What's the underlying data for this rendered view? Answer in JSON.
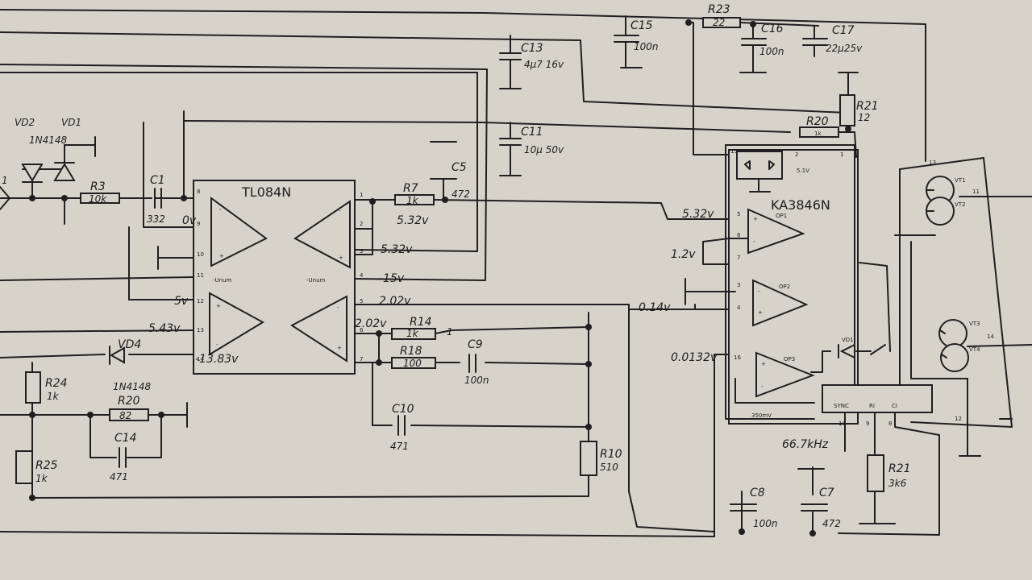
{
  "chips": {
    "u1": "TL084N",
    "u2": "KA3846N",
    "u1_pin_neg_a": "-Unum",
    "u1_pin_neg_b": "-Unum"
  },
  "voltages": {
    "v_0v": "0v",
    "v_5_32_a": "5.32v",
    "v_5_32_b": "5.32v",
    "v_5_32_c": "5.32v",
    "v_m15": "-15v",
    "v_5v": "5v",
    "v_2_02_a": "2.02v",
    "v_2_02_b": "2.02v",
    "v_5_43": "5.43v",
    "v_m13_83": "-13.83v",
    "v_1_2": "1.2v",
    "v_0_14": "0.14v",
    "v_0_0132": "0.0132v",
    "v_5_1": "5.1V",
    "v_350mv": "350mV",
    "freq": "66.7kHz"
  },
  "components": {
    "vd2": "VD2",
    "vd1": "VD1",
    "vd12_part": "1N4148",
    "r3": "R3",
    "r3_val": "10k",
    "c1": "C1",
    "c1_val": "332",
    "r7": "R7",
    "r7_val": "1k",
    "c5": "C5",
    "c5_val": "472",
    "c13": "C13",
    "c13_val": "4μ7 16v",
    "c11": "C11",
    "c11_val": "10μ 50v",
    "c15": "C15",
    "c15_val": "100n",
    "r23": "R23",
    "r23_val": "22",
    "c16": "C16",
    "c16_val": "100n",
    "c17": "C17",
    "c17_val": "22μ25v",
    "r21_top": "R21",
    "r21_top_val": "12",
    "r20_top": "R20",
    "r20_top_val": "1k",
    "r14": "R14",
    "r14_val": "1k",
    "r18": "R18",
    "r18_val": "100",
    "c9": "C9",
    "c9_val": "100n",
    "c10": "C10",
    "c10_val": "471",
    "r10": "R10",
    "r10_val": "510",
    "vd4": "VD4",
    "vd4_part": "1N4148",
    "r24": "R24",
    "r24_val": "1k",
    "r20": "R20",
    "r20_val": "82",
    "c14": "C14",
    "c14_val": "471",
    "r25": "R25",
    "r25_val": "1k",
    "c8": "C8",
    "c8_val": "100n",
    "c7": "C7",
    "c7_val": "472",
    "r21_bot": "R21",
    "r21_bot_val": "3k6",
    "vd1_ka": "VD1",
    "op1": "OP1",
    "op2": "OP2",
    "op3": "OP3",
    "vt1": "VT1",
    "vt2": "VT2",
    "vt3": "VT3",
    "vt4": "VT4",
    "sync": "SYNC",
    "rt": "RI",
    "ct": "CI",
    "pin1": "1",
    "pin_mark": "1"
  },
  "pins": {
    "p14": "14",
    "p13": "13",
    "p12": "12",
    "p11": "11",
    "p10": "10",
    "p9": "9",
    "p8": "8",
    "p7": "7",
    "p6": "6",
    "p5": "5",
    "p4": "4",
    "p3": "3",
    "p2": "2",
    "p1": "1",
    "p15": "15",
    "p16": "16",
    "k_a": "1",
    "k_b": "2",
    "k_c": "3",
    "k_d": "4",
    "k_e": "5",
    "k_f": "6",
    "k_g": "7",
    "k_h": "8",
    "k_i": "9",
    "k_j": "10",
    "k_k": "11",
    "k_l": "12",
    "k_m": "13",
    "k_n": "14"
  }
}
